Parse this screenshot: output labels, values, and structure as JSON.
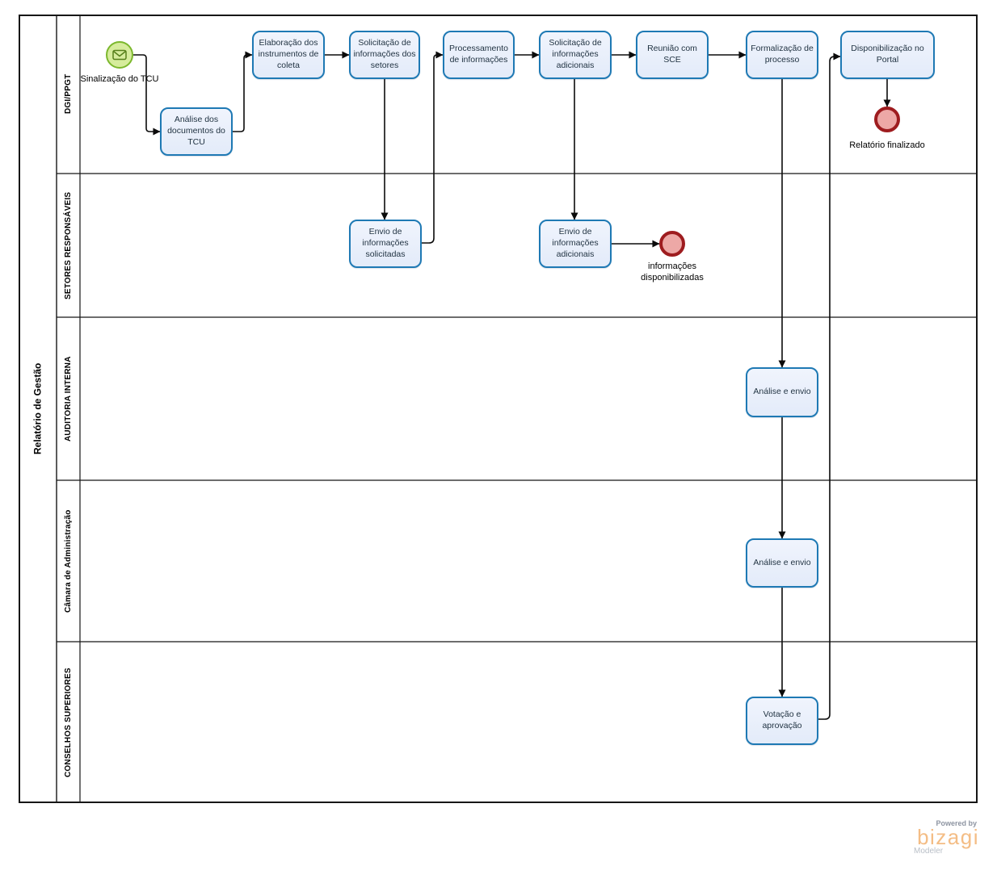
{
  "pool_title": "Relatório de Gestão",
  "lanes": [
    {
      "label": "DGI/PPGT"
    },
    {
      "label": "SETORES RESPONSÁVEIS"
    },
    {
      "label": "AUDITORIA INTERNA"
    },
    {
      "label": "Câmara de Administração"
    },
    {
      "label": "CONSELHOS SUPERIORES"
    }
  ],
  "tasks": [
    {
      "id": "analise-documentos",
      "lane": "DGI/PPGT",
      "label": "Análise dos documentos do TCU"
    },
    {
      "id": "elaboracao",
      "lane": "DGI/PPGT",
      "label": "Elaboração dos instrumentos de coleta"
    },
    {
      "id": "solicitacao-setores",
      "lane": "DGI/PPGT",
      "label": "Solicitação de informações dos setores"
    },
    {
      "id": "processamento",
      "lane": "DGI/PPGT",
      "label": "Processamento de informações"
    },
    {
      "id": "solicitacao-adicionais",
      "lane": "DGI/PPGT",
      "label": "Solicitação de informações adicionais"
    },
    {
      "id": "reuniao",
      "lane": "DGI/PPGT",
      "label": "Reunião com SCE"
    },
    {
      "id": "formalizacao",
      "lane": "DGI/PPGT",
      "label": "Formalização de processo"
    },
    {
      "id": "disponibilizacao",
      "lane": "DGI/PPGT",
      "label": "Disponibilização no Portal"
    },
    {
      "id": "envio-solicitadas",
      "lane": "SETORES RESPONSÁVEIS",
      "label": "Envio de informações solicitadas"
    },
    {
      "id": "envio-adicionais",
      "lane": "SETORES RESPONSÁVEIS",
      "label": "Envio de informações adicionais"
    },
    {
      "id": "analise-envio-auditoria",
      "lane": "AUDITORIA INTERNA",
      "label": "Análise e envio"
    },
    {
      "id": "analise-envio-camara",
      "lane": "Câmara de Administração",
      "label": "Análise e envio"
    },
    {
      "id": "votacao",
      "lane": "CONSELHOS SUPERIORES",
      "label": "Votação e aprovação"
    }
  ],
  "events": [
    {
      "id": "start",
      "kind": "message-start",
      "label": "Sinalização do TCU"
    },
    {
      "id": "end-relatorio",
      "kind": "end",
      "label": "Relatório finalizado"
    },
    {
      "id": "end-informacoes",
      "kind": "end",
      "label": "informações disponibilizadas"
    }
  ],
  "branding": {
    "powered_by": "Powered by",
    "brand": "bizagi",
    "product": "Modeler"
  },
  "colors": {
    "task_border": "#1e79b4",
    "task_fill": "#e8effa",
    "start_border": "#7cb82d",
    "start_fill": "#d6ec9c",
    "end_border": "#9e1c1f",
    "end_fill": "#eda8a6",
    "flow_line": "#0b0b0b",
    "brand_orange": "#f4bd85"
  }
}
